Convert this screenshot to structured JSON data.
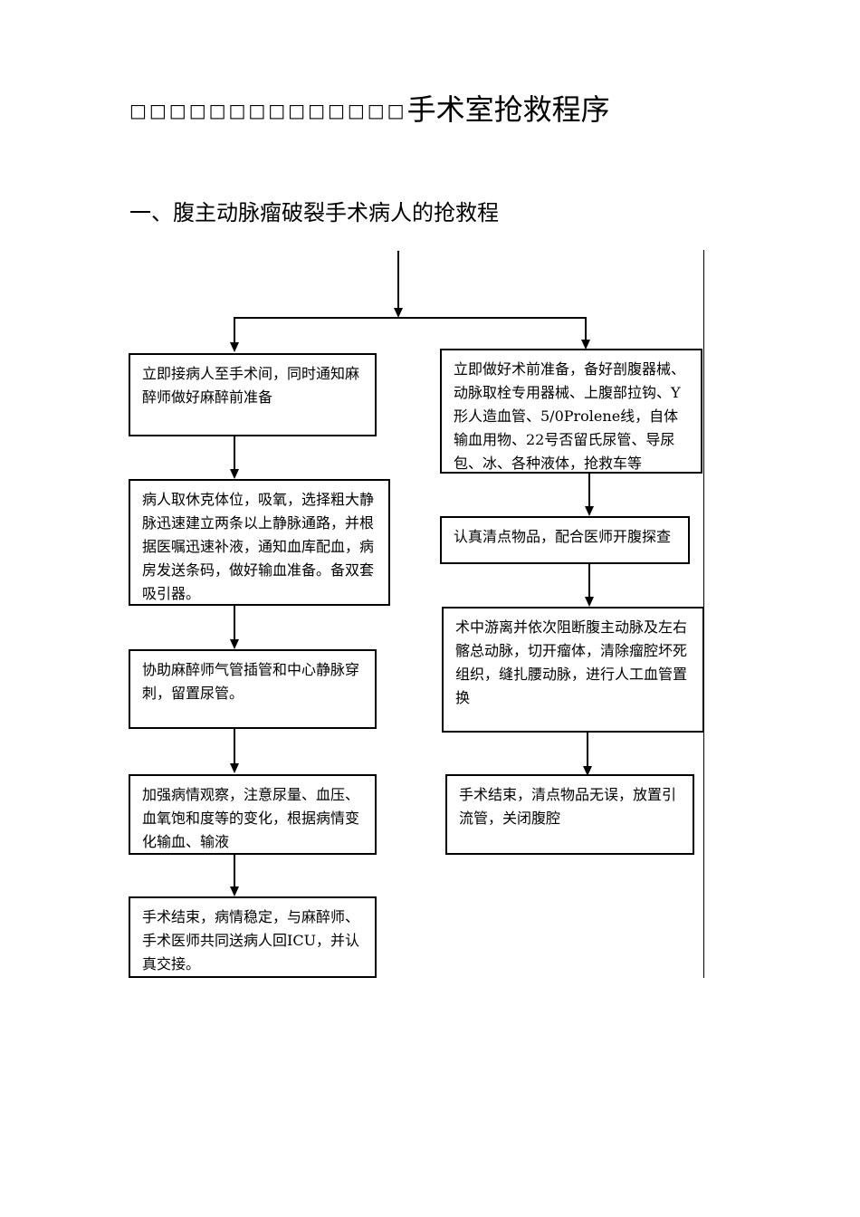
{
  "header": {
    "placeholder_glyphs": "□□□□□□□□□□□□□□",
    "title": "手术室抢救程序"
  },
  "section": {
    "heading": "一、腹主动脉瘤破裂手术病人的抢救程"
  },
  "flow": {
    "left": [
      "立即接病人至手术间，同时通知麻醉师做好麻醉前准备",
      "病人取休克体位，吸氧，选择粗大静脉迅速建立两条以上静脉通路，并根据医嘱迅速补液，通知血库配血，病房发送条码，做好输血准备。备双套吸引器。",
      "协助麻醉师气管插管和中心静脉穿刺，留置尿管。",
      "加强病情观察，注意尿量、血压、血氧饱和度等的变化，根据病情变化输血、输液",
      "手术结束，病情稳定，与麻醉师、手术医师共同送病人回ICU，并认真交接。"
    ],
    "right": [
      "立即做好术前准备，备好剖腹器械、动脉取栓专用器械、上腹部拉钩、Y形人造血管、5/0Prolene线，自体输血用物、22号否留氏尿管、导尿包、冰、各种液体，抢救车等",
      "认真清点物品，配合医师开腹探查",
      "术中游离并依次阻断腹主动脉及左右髂总动脉，切开瘤体，清除瘤腔坏死组织，缝扎腰动脉，进行人工血管置换",
      "手术结束，清点物品无误，放置引流管，关闭腹腔"
    ]
  }
}
